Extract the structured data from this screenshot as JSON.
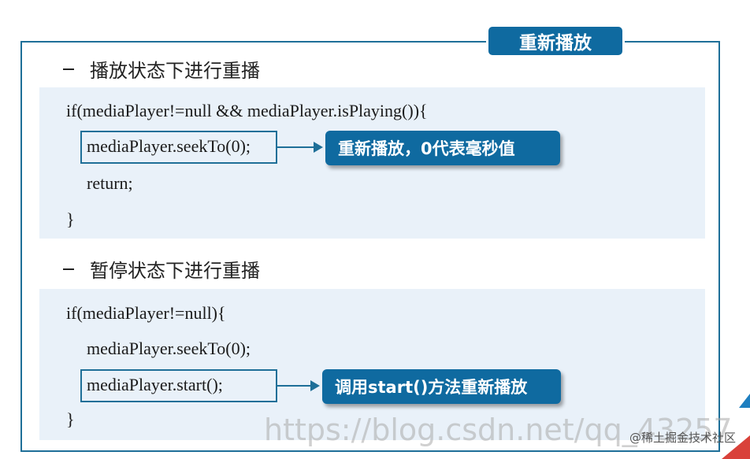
{
  "title": "重新播放",
  "sections": [
    {
      "heading": "播放状态下进行重播",
      "code_lines": [
        "if(mediaPlayer!=null && mediaPlayer.isPlaying()){",
        "mediaPlayer.seekTo(0);",
        "return;",
        "}"
      ],
      "callout": "重新播放，0代表毫秒值"
    },
    {
      "heading": "暂停状态下进行重播",
      "code_lines": [
        "if(mediaPlayer!=null){",
        "mediaPlayer.seekTo(0);",
        "mediaPlayer.start();",
        "}"
      ],
      "callout": "调用start()方法重新播放"
    }
  ],
  "watermark": "https://blog.csdn.net/qq_43257",
  "brand": "@稀土掘金技术社区",
  "colors": {
    "accent": "#0f6aa0",
    "border": "#1e6f98",
    "panel": "#e9f1f9"
  }
}
